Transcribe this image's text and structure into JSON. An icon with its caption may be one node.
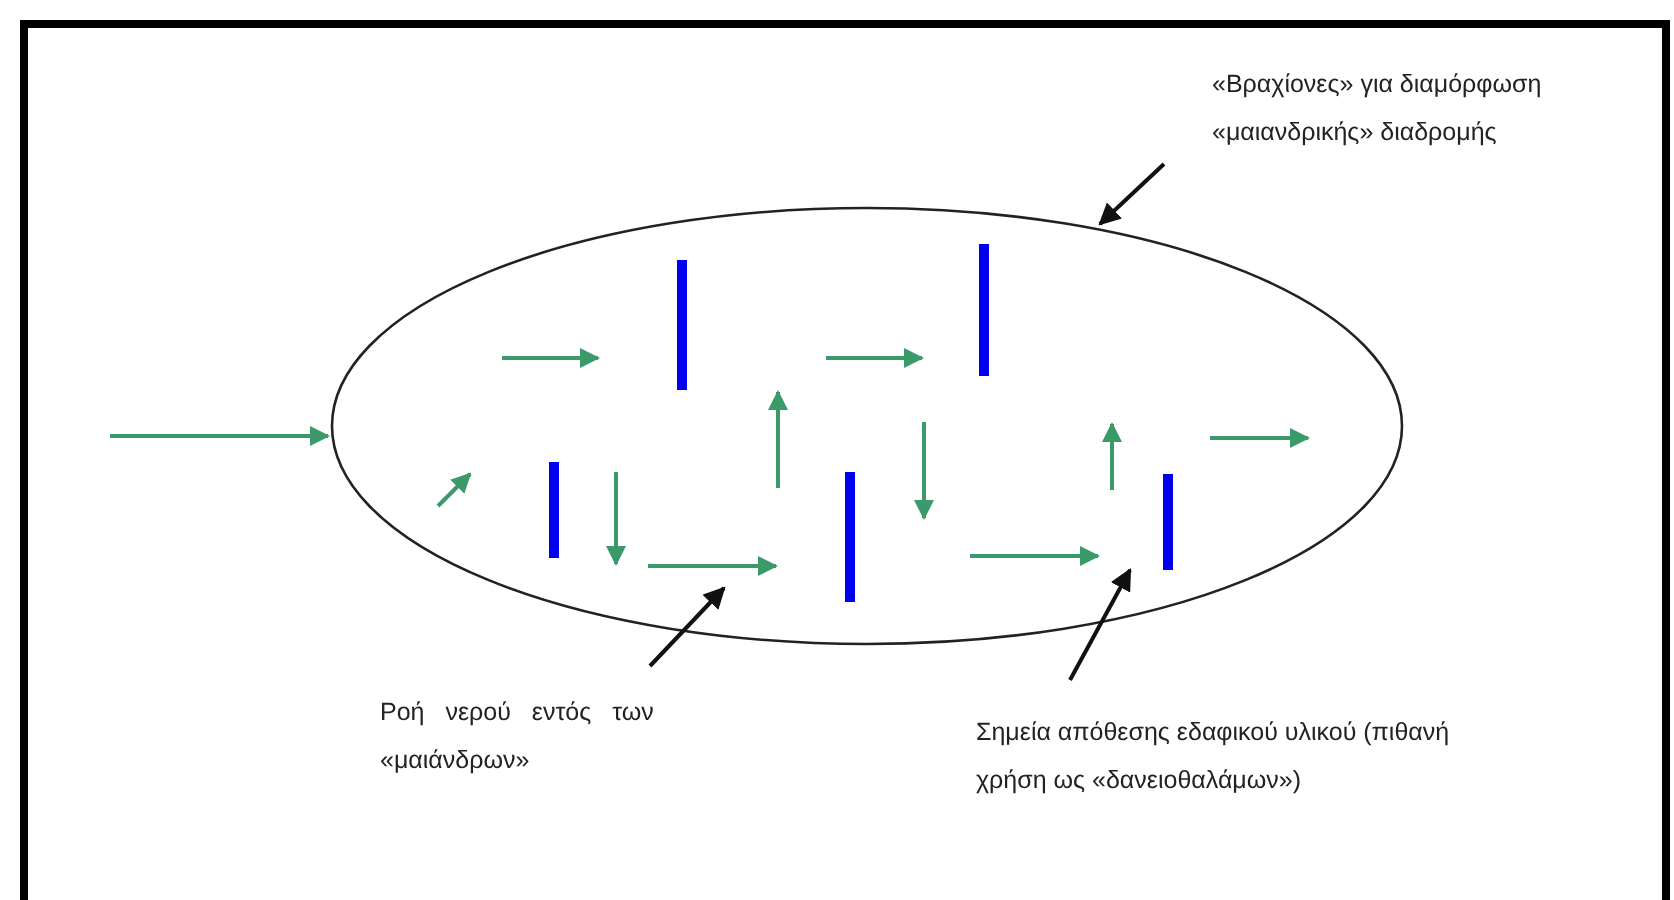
{
  "diagram": {
    "nodes": [
      {
        "text": [],
        "shape": "ellipse"
      },
      {
        "text": [
          "«Βραχίονες» για διαμόρφωση «μαιανδρικής» διαδρομής"
        ]
      },
      {
        "text": [
          "Ροή νερού εντός των «μαιάνδρων»"
        ]
      },
      {
        "text": [
          "Σημεία απόθεσης εδαφικού υλικού (πιθανή χρήση ως «δανειοθαλάμων»)"
        ]
      }
    ],
    "edges": [
      {
        "from": 1,
        "to": 0,
        "arrow": "to"
      },
      {
        "from": 2,
        "to": 0,
        "arrow": "to"
      },
      {
        "from": 3,
        "to": 0,
        "arrow": "to"
      },
      {
        "from": null,
        "to": 0,
        "arrow": "to",
        "color": "#3a9a6a"
      }
    ]
  }
}
